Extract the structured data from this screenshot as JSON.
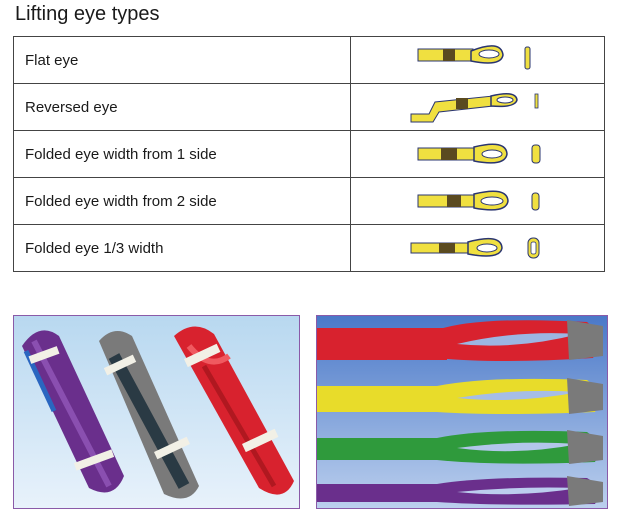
{
  "page": {
    "title": "Lifting eye types"
  },
  "eye_types": [
    {
      "label": "Flat eye",
      "icon": "flat-eye-sling-icon"
    },
    {
      "label": "Reversed eye",
      "icon": "reversed-eye-sling-icon"
    },
    {
      "label": "Folded eye width from 1 side",
      "icon": "folded-eye-one-side-icon"
    },
    {
      "label": "Folded eye width from 2 side",
      "icon": "folded-eye-two-side-icon"
    },
    {
      "label": "Folded eye 1/3 width",
      "icon": "folded-eye-third-width-icon"
    }
  ],
  "photos": [
    {
      "name": "coiled-slings-photo",
      "colors": [
        "#6a2f8c",
        "#7a7a7a",
        "#d8222e"
      ]
    },
    {
      "name": "eye-slings-closeup-photo",
      "colors": [
        "#d8222e",
        "#e8dc2a",
        "#2f9a3c",
        "#6a2f8c"
      ]
    }
  ],
  "colors": {
    "sling_yellow": "#f0e040",
    "sling_stitch": "#5a4a20",
    "sling_outline": "#2a3570",
    "photo_border": "#8a5aa8"
  }
}
